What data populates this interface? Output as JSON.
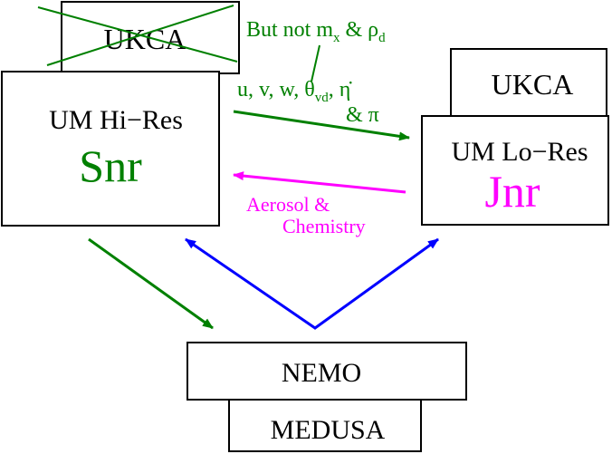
{
  "colors": {
    "green": "#008000",
    "magenta": "#ff00ff",
    "blue": "#0000ff",
    "black": "#000000"
  },
  "boxes": {
    "ukca_hires": "UKCA",
    "um_hires": "UM Hi−Res",
    "snr": "Snr",
    "ukca_lores": "UKCA",
    "um_lores": "UM Lo−Res",
    "jnr": "Jnr",
    "nemo": "NEMO",
    "medusa": "MEDUSA"
  },
  "notes": {
    "but_not": "But not m",
    "but_not_sub": "x",
    "but_not_mid": " & ρ",
    "but_not_sub2": "d",
    "fields_a": "u, v, w, θ",
    "fields_sub": "vd",
    "fields_b": ", η̇",
    "fields_c": "& π",
    "aerosol_1": "Aerosol &",
    "aerosol_2": "Chemistry"
  }
}
